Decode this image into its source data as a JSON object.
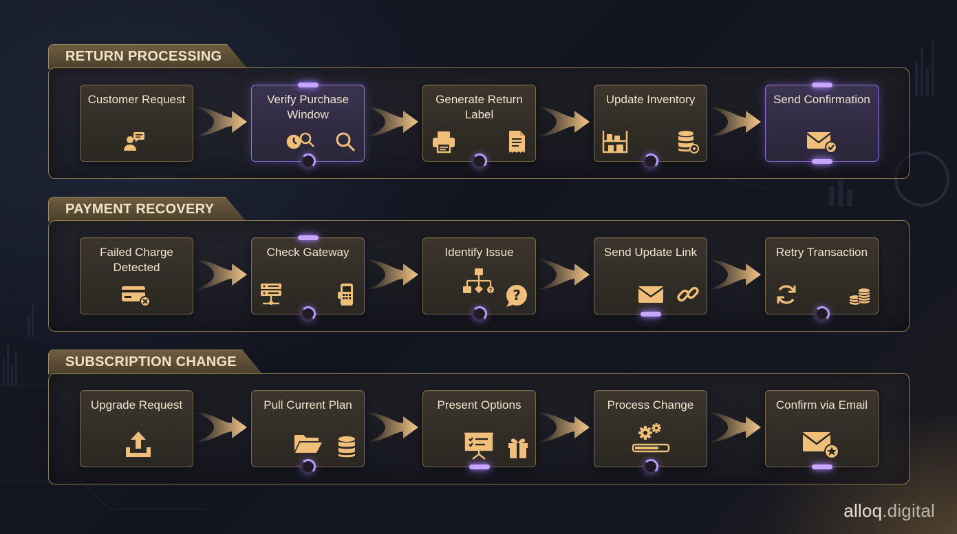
{
  "sections": [
    {
      "title": "RETURN PROCESSING",
      "steps": [
        {
          "label": "Customer Request",
          "icons": [
            "customer-chat-icon"
          ],
          "highlighted": false,
          "indicator": "none"
        },
        {
          "label": "Verify Purchase Window",
          "icons": [
            "clock-search-icon",
            "magnifier-icon"
          ],
          "highlighted": true,
          "indicator": "pill-top-spinner-bottom"
        },
        {
          "label": "Generate Return Label",
          "icons": [
            "printer-icon",
            "receipt-icon"
          ],
          "highlighted": false,
          "indicator": "spinner"
        },
        {
          "label": "Update Inventory",
          "icons": [
            "warehouse-shelf-icon",
            "database-gear-icon"
          ],
          "highlighted": false,
          "indicator": "spinner"
        },
        {
          "label": "Send Confirmation",
          "icons": [
            "mail-check-icon"
          ],
          "highlighted": true,
          "indicator": "pill-top-pill-bottom"
        }
      ]
    },
    {
      "title": "PAYMENT RECOVERY",
      "steps": [
        {
          "label": "Failed Charge Detected",
          "icons": [
            "card-error-icon"
          ],
          "highlighted": false,
          "indicator": "none"
        },
        {
          "label": "Check Gateway",
          "icons": [
            "server-icon",
            "card-terminal-icon"
          ],
          "highlighted": false,
          "indicator": "pill-top-spinner-bottom"
        },
        {
          "label": "Identify Issue",
          "icons": [
            "flowchart-icon",
            "question-bubble-icon"
          ],
          "highlighted": false,
          "indicator": "spinner"
        },
        {
          "label": "Send Update Link",
          "icons": [
            "envelope-icon",
            "link-icon"
          ],
          "highlighted": false,
          "indicator": "pill-bottom"
        },
        {
          "label": "Retry Transaction",
          "icons": [
            "refresh-icon",
            "coins-icon"
          ],
          "highlighted": false,
          "indicator": "spinner"
        }
      ]
    },
    {
      "title": "SUBSCRIPTION CHANGE",
      "steps": [
        {
          "label": "Upgrade Request",
          "icons": [
            "upload-icon"
          ],
          "highlighted": false,
          "indicator": "none"
        },
        {
          "label": "Pull Current Plan",
          "icons": [
            "folder-open-icon",
            "database-icon"
          ],
          "highlighted": false,
          "indicator": "spinner"
        },
        {
          "label": "Present Options",
          "icons": [
            "presentation-board-icon",
            "gift-icon"
          ],
          "highlighted": false,
          "indicator": "pill-bottom"
        },
        {
          "label": "Process Change",
          "icons": [
            "gears-progress-icon"
          ],
          "highlighted": false,
          "indicator": "spinner"
        },
        {
          "label": "Confirm via Email",
          "icons": [
            "mail-star-icon"
          ],
          "highlighted": false,
          "indicator": "pill-bottom"
        }
      ]
    }
  ],
  "brand": {
    "name": "alloq",
    "suffix": ".digital"
  },
  "colors": {
    "accent_gold": "#f0c07a",
    "accent_purple": "#b99bff",
    "panel_border": "#8d7a55",
    "background": "#141722"
  }
}
